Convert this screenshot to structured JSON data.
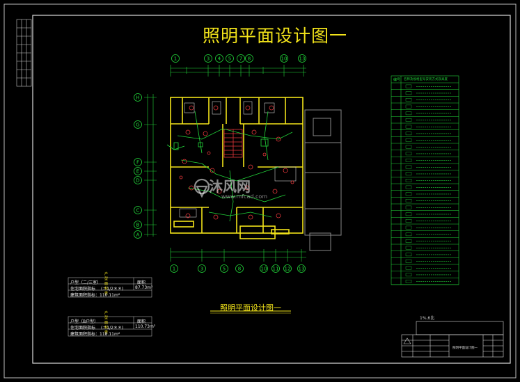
{
  "drawing": {
    "title": "照明平面设计图一",
    "subtitle": "照明平面设计图一",
    "watermark": "沐风网",
    "watermark_url": "www.mfcad.com",
    "scale_note": "1%,6比"
  },
  "axis_labels_top": [
    "1",
    "3",
    "4",
    "5",
    "7",
    "8",
    "10",
    "13"
  ],
  "axis_labels_bottom": [
    "1",
    "3",
    "5",
    "8",
    "10",
    "11",
    "12",
    "13"
  ],
  "axis_labels_left": [
    "H",
    "G",
    "F",
    "E",
    "D",
    "C",
    "B",
    "A"
  ],
  "area_tables": [
    {
      "caption": "户型面积表",
      "header": [
        "户型（二/三室）",
        "面积"
      ],
      "rows": [
        [
          "住宅面积指标",
          "(＝1/2＊＊)",
          "87.73m²"
        ]
      ],
      "total": "建筑面积指标：110.11m²"
    },
    {
      "caption": "户型面积表",
      "header": [
        "户型（B户型）",
        "面积"
      ],
      "rows": [
        [
          "住宅面积指标",
          "(＝1/2＊＊)",
          "110.73m²"
        ]
      ],
      "total": "建筑面积指标：118.11m²"
    }
  ],
  "legend": {
    "header": [
      "编号",
      "名称及规格型号安装方式及高度"
    ],
    "row_count": 30
  },
  "title_block": {
    "drawing_name": "照明平面设计图一"
  },
  "colors": {
    "background": "#000000",
    "frame": "#ffffff",
    "title": "#f2e31a",
    "walls": "#f2e31a",
    "wiring": "#22d63a",
    "lamps": "#e8383b",
    "axes": "#22d63a",
    "legend_grid": "#22d63a"
  }
}
